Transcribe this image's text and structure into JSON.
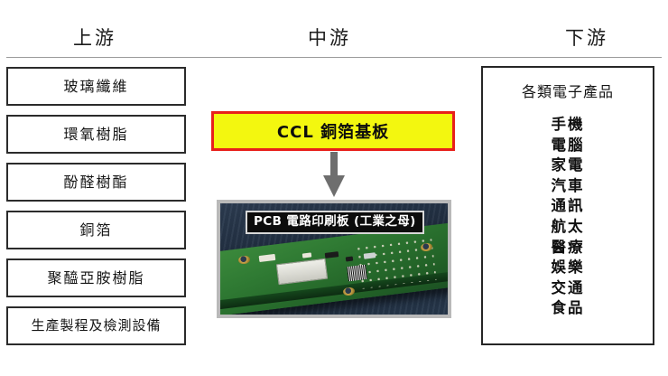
{
  "columns": {
    "upstream_header": "上游",
    "midstream_header": "中游",
    "downstream_header": "下游"
  },
  "upstream": {
    "items": [
      {
        "label": "玻璃纖維"
      },
      {
        "label": "環氧樹脂"
      },
      {
        "label": "酚醛樹酯"
      },
      {
        "label": "銅箔"
      },
      {
        "label": "聚醯亞胺樹脂"
      },
      {
        "label": "生產製程及檢測設備"
      }
    ]
  },
  "midstream": {
    "ccl_label": "CCL 銅箔基板",
    "arrow_name": "down-arrow",
    "pcb_caption": "PCB 電路印刷板 (工業之母)"
  },
  "downstream": {
    "title": "各類電子產品",
    "products": [
      "手機",
      "電腦",
      "家電",
      "汽車",
      "通訊",
      "航太",
      "醫療",
      "娛樂",
      "交通",
      "食品"
    ]
  },
  "colors": {
    "ccl_fill": "#f3f70f",
    "ccl_border": "#e8201b",
    "box_border": "#2b2b2b",
    "arrow": "#6e6e6e",
    "divider": "#9b9b9b",
    "caption_bg": "#0c0c0c",
    "caption_text": "#ffffff"
  }
}
